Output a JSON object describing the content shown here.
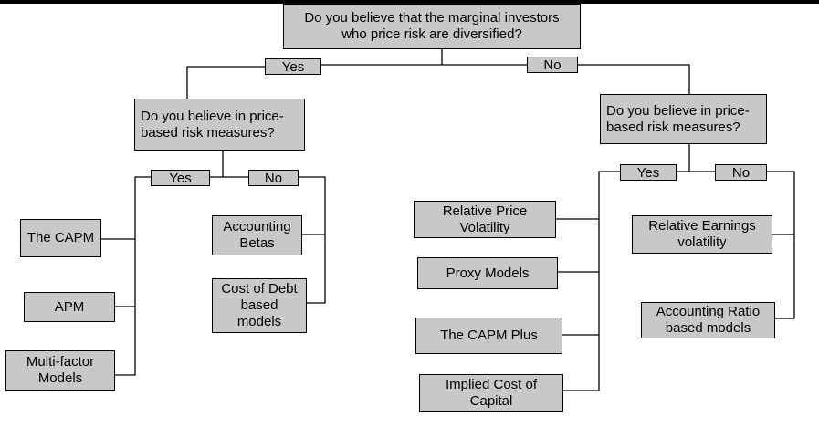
{
  "questions": {
    "root": "Do you believe that the marginal investors\nwho price risk are diversified?",
    "left": "Do you believe in price-\nbased risk measures?",
    "right": "Do you believe in price-\nbased risk measures?"
  },
  "branch_labels": {
    "root_yes": "Yes",
    "root_no": "No",
    "left_yes": "Yes",
    "left_no": "No",
    "right_yes": "Yes",
    "right_no": "No"
  },
  "leaves": {
    "capm": "The CAPM",
    "apm": "APM",
    "multi_factor": "Multi-factor\nModels",
    "accounting_betas": "Accounting\nBetas",
    "cost_of_debt": "Cost of Debt\nbased\nmodels",
    "relative_price_volatility": "Relative Price\nVolatility",
    "proxy_models": "Proxy Models",
    "capm_plus": "The CAPM Plus",
    "implied_cost_of_capital": "Implied Cost of\nCapital",
    "relative_earnings_volatility": "Relative Earnings\nvolatility",
    "accounting_ratio_models": "Accounting Ratio\nbased models"
  }
}
